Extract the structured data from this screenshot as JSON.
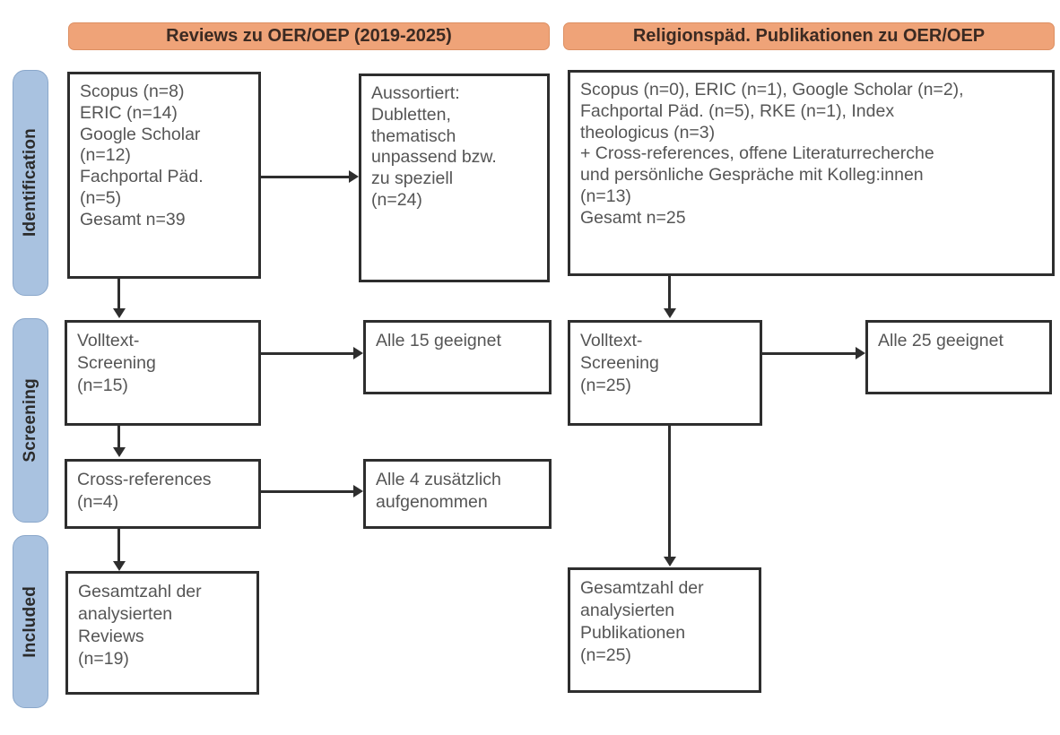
{
  "phases": [
    {
      "name": "identification",
      "label": "Identification"
    },
    {
      "name": "screening",
      "label": "Screening"
    },
    {
      "name": "included",
      "label": "Included"
    }
  ],
  "columns": {
    "left": {
      "header": "Reviews zu OER/OEP (2019-2025)",
      "identification_sources": "Scopus (n=8)\nERIC (n=14)\nGoogle Scholar\n(n=12)\nFachportal Päd.\n(n=5)\nGesamt n=39",
      "excluded": "Aussortiert:\nDubletten,\nthematisch\nunpassend bzw.\nzu speziell\n(n=24)",
      "fulltext_screening": "Volltext-\nScreening\n(n=15)",
      "fulltext_result": "Alle 15 geeignet",
      "cross_references": "Cross-references\n(n=4)",
      "cross_references_result": "Alle 4 zusätzlich\naufgenommen",
      "included_total": "Gesamtzahl der\nanalysierten\nReviews\n(n=19)"
    },
    "right": {
      "header": "Religionspäd. Publikationen zu OER/OEP",
      "identification_sources": "Scopus (n=0), ERIC (n=1), Google Scholar (n=2),\nFachportal Päd. (n=5), RKE (n=1), Index\ntheologicus (n=3)\n+ Cross-references, offene Literaturrecherche\nund persönliche Gespräche mit Kolleg:innen\n(n=13)\nGesamt n=25",
      "fulltext_screening": "Volltext-\nScreening\n(n=25)",
      "fulltext_result": "Alle 25 geeignet",
      "included_total": "Gesamtzahl der\nanalysierten\nPublikationen\n(n=25)"
    }
  },
  "colors": {
    "header_fill": "#efa378",
    "header_border": "#dd9063",
    "phase_fill": "#a9c2e0",
    "phase_border": "#8aa7ca",
    "box_border": "#2e2e2e",
    "text": "#555555",
    "background": "#ffffff"
  }
}
